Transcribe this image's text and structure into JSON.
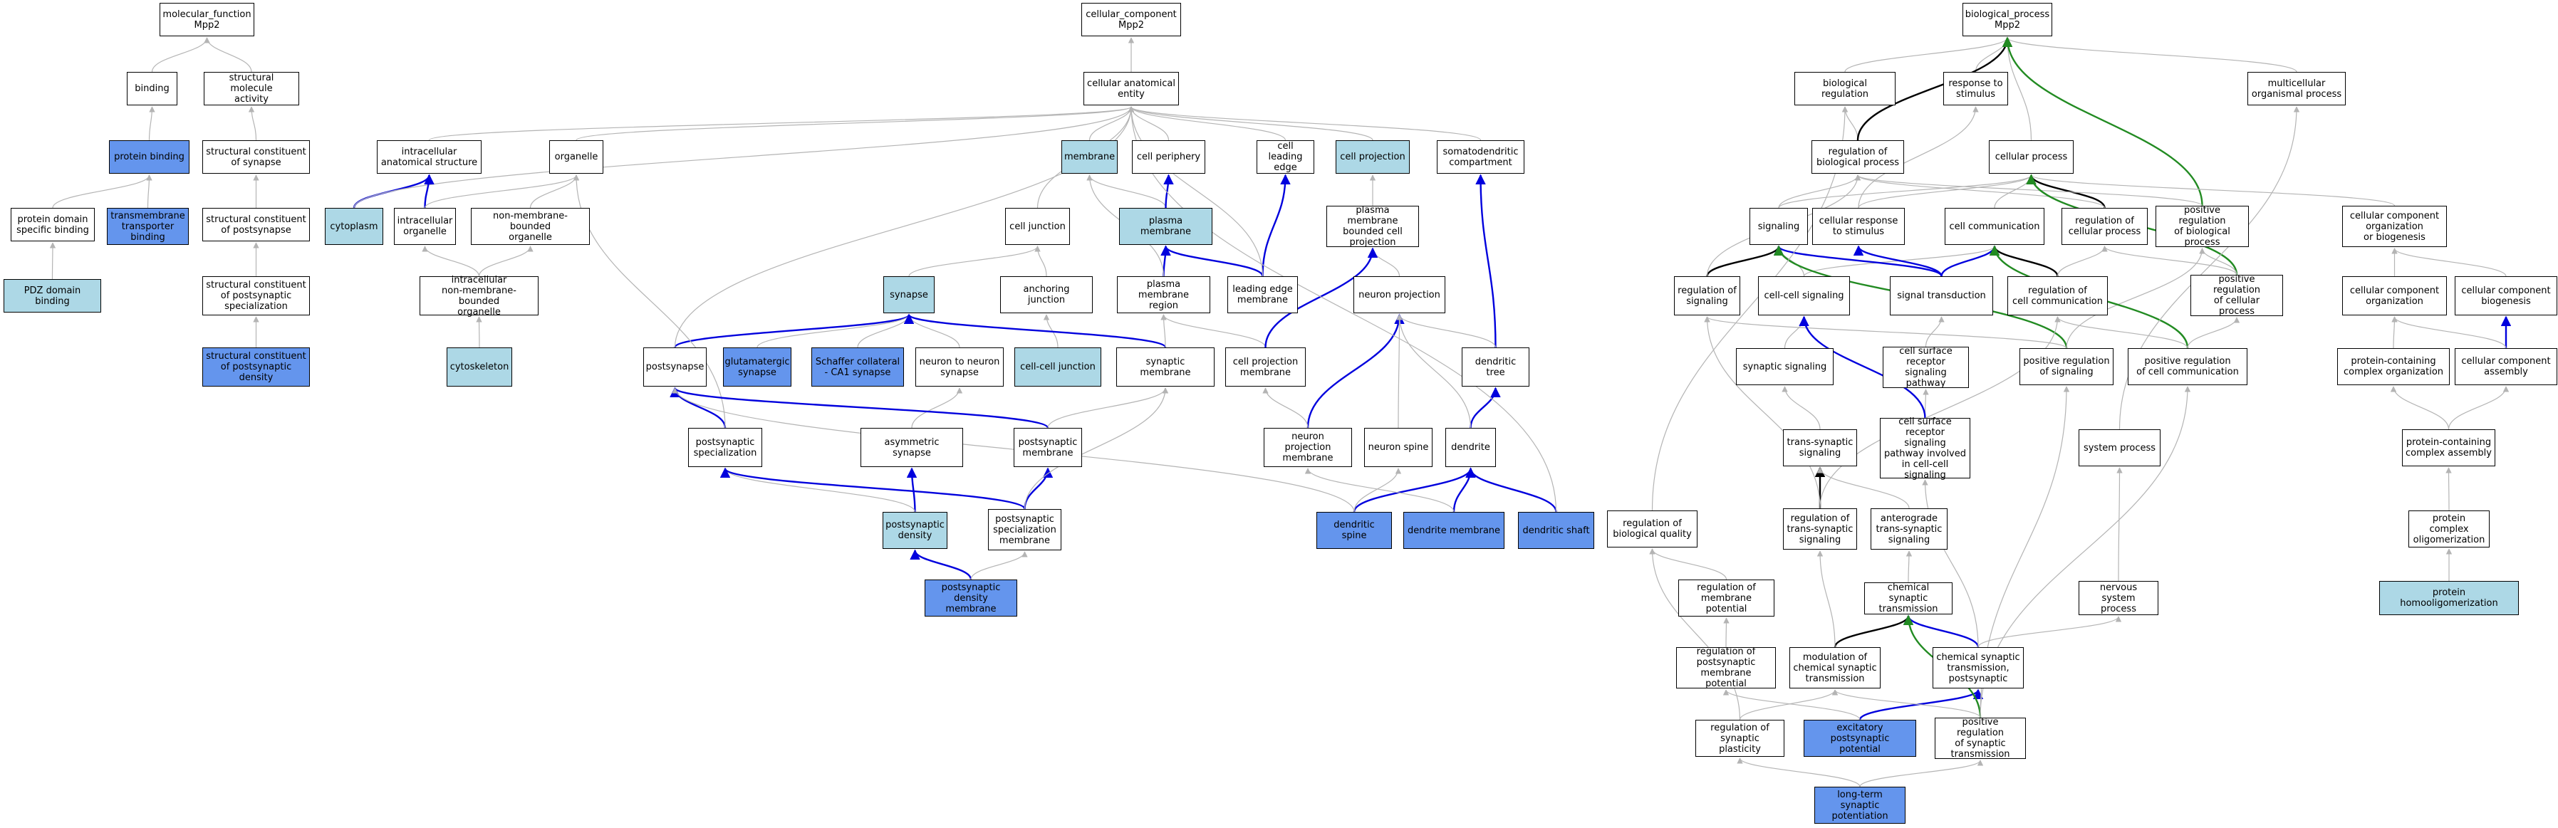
{
  "colors": {
    "light_blue": "#add8e6",
    "dark_blue": "#6495ed",
    "edge_gray": "#b4b4b4",
    "edge_blue": "#0000dd",
    "edge_black": "#000000",
    "edge_green": "#228b22"
  },
  "nodes": {
    "mf_root": "molecular_function\nMpp2",
    "binding": "binding",
    "struct_mol_activity": "structural molecule\nactivity",
    "protein_binding": "protein binding",
    "struct_const_synapse": "structural constituent\nof synapse",
    "pdomain_specific_binding": "protein domain\nspecific binding",
    "tm_transporter_binding": "transmembrane\ntransporter\nbinding",
    "struct_const_postsynapse": "structural constituent\nof postsynapse",
    "pdz_domain_binding": "PDZ domain binding",
    "struct_const_postsyn_spec": "structural constituent\nof postsynaptic\nspecialization",
    "struct_const_psd": "structural constituent\nof postsynaptic\ndensity",
    "cc_root": "cellular_component\nMpp2",
    "cellular_anat_entity": "cellular anatomical\nentity",
    "intracell_anat_struct": "intracellular\nanatomical structure",
    "organelle": "organelle",
    "membrane": "membrane",
    "cell_periphery": "cell periphery",
    "cell_leading_edge": "cell leading\nedge",
    "cell_projection": "cell projection",
    "somatodendritic": "somatodendritic\ncompartment",
    "cytoplasm": "cytoplasm",
    "intracell_organelle": "intracellular\norganelle",
    "non_membrane_organelle": "non-membrane-bounded\norganelle",
    "cell_junction": "cell junction",
    "plasma_membrane": "plasma membrane",
    "pm_bounded_projection": "plasma membrane\nbounded cell\nprojection",
    "intracell_non_mem_organelle": "intracellular\nnon-membrane-bounded\norganelle",
    "synapse": "synapse",
    "anchoring_junction": "anchoring junction",
    "pm_region": "plasma membrane\nregion",
    "leading_edge_membrane": "leading edge\nmembrane",
    "neuron_projection": "neuron projection",
    "cytoskeleton": "cytoskeleton",
    "postsynapse": "postsynapse",
    "glutamatergic_synapse": "glutamatergic\nsynapse",
    "schaffer_synapse": "Schaffer collateral\n- CA1 synapse",
    "neuron_neuron_synapse": "neuron to neuron\nsynapse",
    "cell_cell_junction": "cell-cell junction",
    "synaptic_membrane": "synaptic membrane",
    "cell_projection_membrane": "cell projection\nmembrane",
    "dendrite_tree": "dendritic tree",
    "postsyn_specialization": "postsynaptic\nspecialization",
    "asymmetric_synapse": "asymmetric synapse",
    "postsyn_membrane": "postsynaptic\nmembrane",
    "neuron_proj_membrane": "neuron projection\nmembrane",
    "neuron_spine": "neuron spine",
    "dendrite": "dendrite",
    "postsyn_density": "postsynaptic\ndensity",
    "postsyn_spec_membrane": "postsynaptic\nspecialization\nmembrane",
    "dendritic_spine": "dendritic spine",
    "dendrite_membrane": "dendrite membrane",
    "dendritic_shaft": "dendritic shaft",
    "psd_membrane": "postsynaptic\ndensity membrane",
    "bp_root": "biological_process\nMpp2",
    "biological_regulation": "biological regulation",
    "response_to_stimulus": "response to\nstimulus",
    "multicellular_process": "multicellular\norganismal process",
    "reg_biological_process": "regulation of\nbiological process",
    "cellular_process": "cellular process",
    "signaling": "signaling",
    "cellular_response_stimulus": "cellular response\nto stimulus",
    "cell_communication": "cell communication",
    "reg_cellular_process": "regulation of\ncellular process",
    "pos_reg_biological_process": "positive regulation\nof biological\nprocess",
    "cc_org_biogenesis": "cellular component\norganization\nor biogenesis",
    "reg_signaling": "regulation of\nsignaling",
    "cell_cell_signaling": "cell-cell signaling",
    "signal_transduction": "signal transduction",
    "reg_cell_communication": "regulation of\ncell communication",
    "pos_reg_cellular_process": "positive regulation\nof cellular\nprocess",
    "cc_organization": "cellular component\norganization",
    "cc_biogenesis": "cellular component\nbiogenesis",
    "synaptic_signaling": "synaptic signaling",
    "cell_surface_receptor_pathway": "cell surface\nreceptor signaling\npathway",
    "pos_reg_signaling": "positive regulation\nof signaling",
    "pos_reg_cell_communication": "positive regulation\nof cell communication",
    "protein_complex_org": "protein-containing\ncomplex organization",
    "cc_assembly": "cellular component\nassembly",
    "trans_synaptic_signaling": "trans-synaptic\nsignaling",
    "cell_surface_receptor_cell_cell": "cell surface\nreceptor signaling\npathway involved\nin cell-cell\nsignaling",
    "system_process": "system process",
    "protein_complex_assembly": "protein-containing\ncomplex assembly",
    "reg_biological_quality": "regulation of\nbiological quality",
    "reg_trans_synaptic": "regulation of\ntrans-synaptic\nsignaling",
    "anterograde_signaling": "anterograde\ntrans-synaptic\nsignaling",
    "protein_complex_oligomerization": "protein complex\noligomerization",
    "reg_membrane_potential": "regulation of\nmembrane potential",
    "chemical_synaptic_transmission": "chemical synaptic\ntransmission",
    "nervous_system_process": "nervous system\nprocess",
    "protein_homooligomerization": "protein homooligomerization",
    "reg_postsyn_membrane_potential": "regulation of\npostsynaptic\nmembrane potential",
    "modulation_chemical_synaptic": "modulation of\nchemical synaptic\ntransmission",
    "chemical_synaptic_postsynaptic": "chemical synaptic\ntransmission,\npostsynaptic",
    "reg_synaptic_plasticity": "regulation of\nsynaptic plasticity",
    "excitatory_postsyn_potential": "excitatory postsynaptic\npotential",
    "pos_reg_synaptic_transmission": "positive regulation\nof synaptic\ntransmission",
    "ltp": "long-term synaptic\npotentiation"
  }
}
